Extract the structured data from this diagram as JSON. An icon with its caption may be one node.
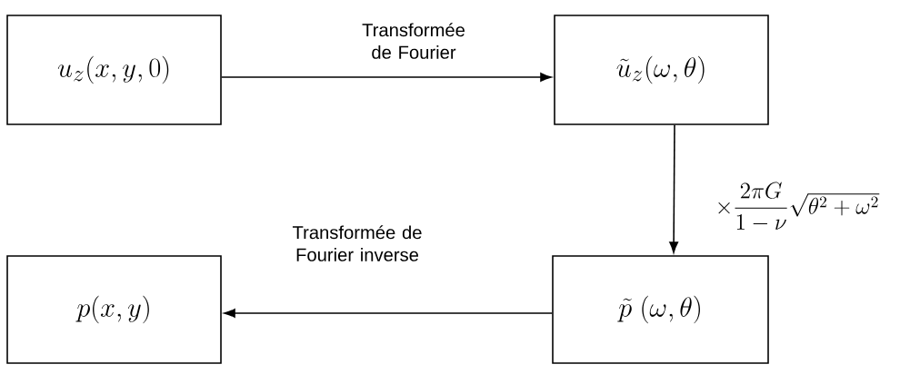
{
  "diagram": {
    "nodes": [
      {
        "text": [
          "u_z(x, y, 0)"
        ]
      },
      {
        "text": [
          "\\tilde{u}_z(\\omega, \\theta)"
        ]
      },
      {
        "text": [
          "\\tilde{p}\\;(\\omega, \\theta)"
        ]
      },
      {
        "text": [
          "p(x, y)"
        ]
      }
    ],
    "edges": [
      {
        "from": 0,
        "to": 1,
        "arrow": "to",
        "label": "Transformée de Fourier"
      },
      {
        "from": 1,
        "to": 2,
        "arrow": "to",
        "label": "\\times\\dfrac{2\\pi G}{1-\\nu}\\sqrt{\\theta^2+\\omega^2}"
      },
      {
        "from": 2,
        "to": 3,
        "arrow": "to",
        "label": "Transformée de Fourier inverse"
      }
    ]
  }
}
